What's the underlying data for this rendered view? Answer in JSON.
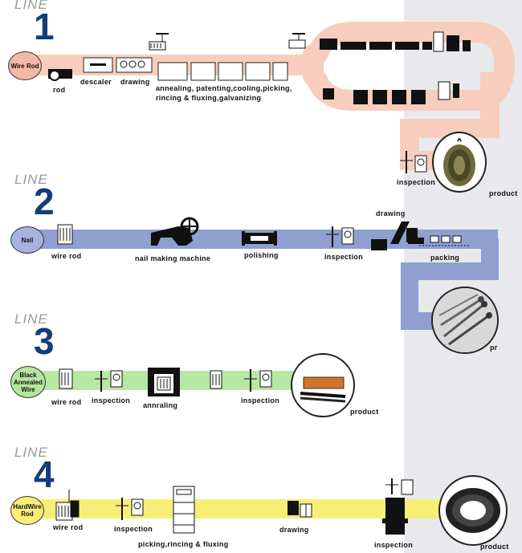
{
  "lines": [
    {
      "word": "LINE",
      "number": "1",
      "start": "Wire Rod",
      "labels": {
        "rod": "rod",
        "descaler": "descaler",
        "drawing": "drawing",
        "annealing1": "annealing, patenting,cooling,picking,",
        "annealing2": "rincing & fluxing,galvanizing",
        "inspection": "inspection",
        "product": "product"
      }
    },
    {
      "word": "LINE",
      "number": "2",
      "start": "Nail",
      "labels": {
        "wire_rod": "wire rod",
        "nail_machine": "nail making machine",
        "polishing": "polishing",
        "inspection": "inspection",
        "drawing": "drawing",
        "packing": "packing",
        "product": "pr"
      }
    },
    {
      "word": "LINE",
      "number": "3",
      "start": "Black Annealed Wire",
      "labels": {
        "wire_rod": "wire rod",
        "inspection1": "inspection",
        "annealing": "annraling",
        "inspection2": "inspection",
        "product": "product"
      }
    },
    {
      "word": "LINE",
      "number": "4",
      "start": "HardWire Rod",
      "labels": {
        "wire_rod": "wire rod",
        "inspection1": "inspection",
        "picking": "picking,rincing & fluxing",
        "drawing": "drawing",
        "inspection2": "inspection",
        "product": "product"
      }
    }
  ],
  "colors": {
    "line1": "#f7cdbd",
    "line2": "#8e9fd0",
    "line3": "#b8e6a4",
    "line4": "#f7ee78",
    "start1": "#f4b9a6",
    "start2": "#a8b2df",
    "start3": "#b5e59e",
    "start4": "#f7ee78",
    "number": "#123d7a",
    "panel": "#e9e9ed"
  }
}
